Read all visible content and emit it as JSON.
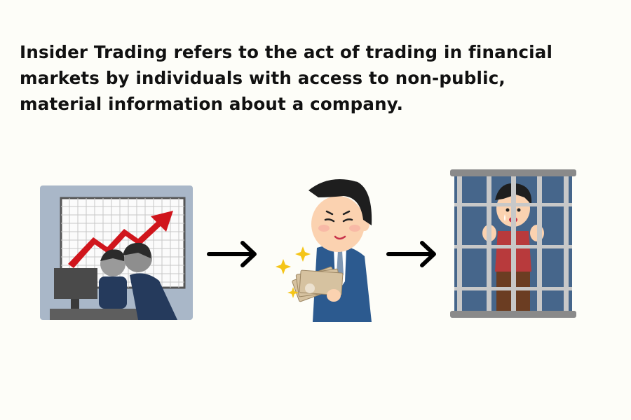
{
  "caption": {
    "line1": "Insider Trading refers to the act of trading in financial",
    "line2": "markets by individuals with access to non-public,",
    "line3": "material information about a company."
  },
  "flow": {
    "steps": [
      {
        "id": "step-1",
        "depicts": "two businessmen whispering in front of a computer with a rising stock chart",
        "icon": "insider-tip-illustration"
      },
      {
        "id": "step-2",
        "depicts": "smiling businessman counting a fan of banknotes with sparkles",
        "icon": "profit-money-illustration"
      },
      {
        "id": "step-3",
        "depicts": "crying man behind prison bars",
        "icon": "jail-illustration"
      }
    ],
    "connectors": [
      {
        "icon": "right-arrow-icon"
      },
      {
        "icon": "right-arrow-icon"
      }
    ]
  },
  "colors": {
    "background": "#fdfdf8",
    "text": "#111111",
    "chart_arrow": "#d0151c",
    "suit_blue": "#2c5a8f",
    "jail_bg": "#46668b",
    "bars": "#c8c8c8"
  }
}
